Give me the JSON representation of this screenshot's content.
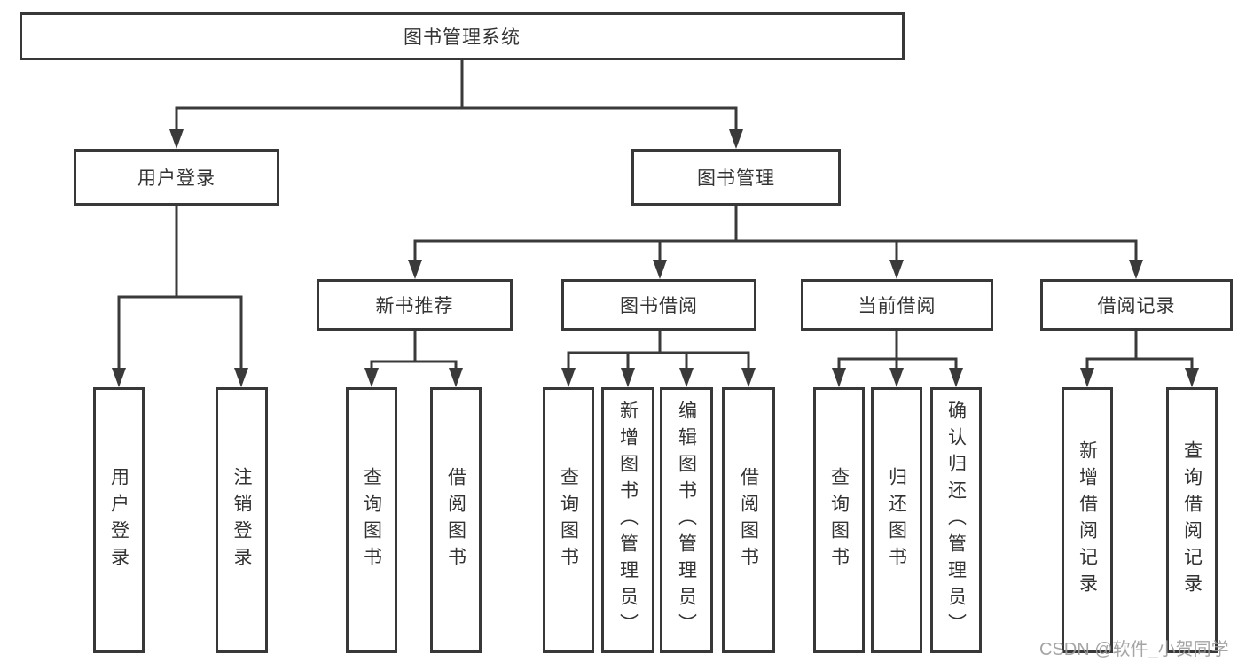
{
  "diagram_title": "图书管理系统",
  "tree": {
    "root": {
      "label": "图书管理系统"
    },
    "branches": [
      {
        "label": "用户登录",
        "children": [
          {
            "label": "用户登录"
          },
          {
            "label": "注销登录"
          }
        ]
      },
      {
        "label": "图书管理",
        "children": [
          {
            "label": "新书推荐",
            "children": [
              {
                "label": "查询图书"
              },
              {
                "label": "借阅图书"
              }
            ]
          },
          {
            "label": "图书借阅",
            "children": [
              {
                "label": "查询图书"
              },
              {
                "label": "新增图书（管理员）"
              },
              {
                "label": "编辑图书（管理员）"
              },
              {
                "label": "借阅图书"
              }
            ]
          },
          {
            "label": "当前借阅",
            "children": [
              {
                "label": "查询图书"
              },
              {
                "label": "归还图书"
              },
              {
                "label": "确认归还（管理员）"
              }
            ]
          },
          {
            "label": "借阅记录",
            "children": [
              {
                "label": "新增借阅记录"
              },
              {
                "label": "查询借阅记录"
              }
            ]
          }
        ]
      }
    ]
  },
  "watermark": {
    "text": "CSDN @软件_小贺同学"
  },
  "colors": {
    "background": "#ffffff",
    "line": "#3a3a3a",
    "box_border": "#383838",
    "text": "#333333",
    "watermark": "#9c9c9c"
  }
}
